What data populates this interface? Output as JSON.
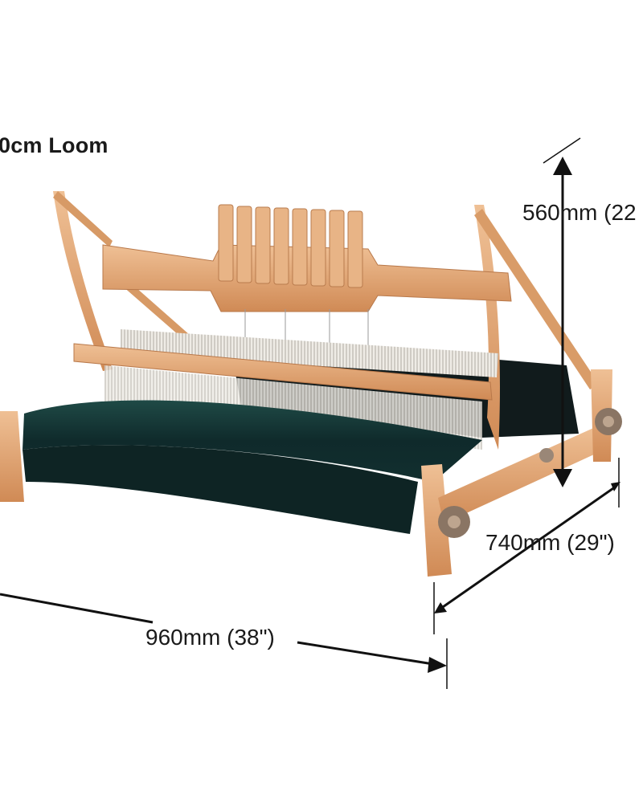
{
  "title": "0cm Loom",
  "dimensions": {
    "height": "560mm (22",
    "depth": "740mm (29\")",
    "width": "960mm (38\")"
  },
  "colors": {
    "wood_light": "#e9b27f",
    "wood_mid": "#d69561",
    "wood_dark": "#b87444",
    "cloth_dark": "#0f2a2b",
    "cloth_teal": "#1e4a47",
    "warp_white": "#e7e4de",
    "knob": "#8a7564",
    "text": "#1a1a1a"
  }
}
